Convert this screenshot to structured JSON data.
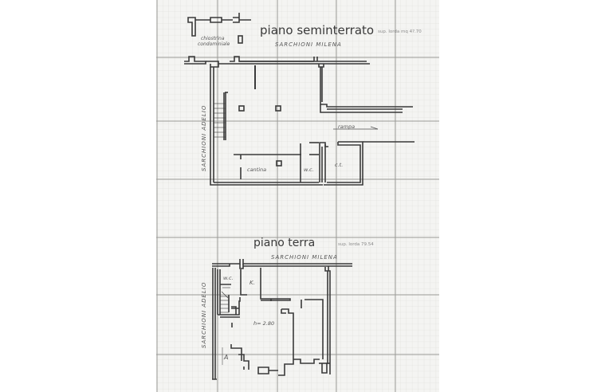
{
  "document": {
    "type": "floor-plan-scan",
    "paper": "graph paper"
  },
  "plans": [
    {
      "title": "piano seminterrato",
      "area_note": "sup. lorda mq 4?.70",
      "north_neighbor": "SARCHIONI MILENA",
      "west_neighbor": "SARCHIONI ADELIO",
      "courtyard_label_line1": "chiostrina",
      "courtyard_label_line2": "condominiale",
      "rooms": [
        {
          "label": "cantina"
        },
        {
          "label": "w.c."
        },
        {
          "label": "c.t."
        }
      ],
      "ramp_label": "rampa"
    },
    {
      "title": "piano terra",
      "area_note": "sup. lorda 79.54",
      "north_neighbor": "SARCHIONI MILENA",
      "west_neighbor": "SARCHIONI ADELIO",
      "rooms": [
        {
          "label": "w.c."
        },
        {
          "label": "K."
        }
      ],
      "height_note": "h= 2.80",
      "entrance_marker": "A"
    }
  ],
  "colors": {
    "paper": "#f4f4f2",
    "grid_minor": "#dcdcd8",
    "grid_major": "#9a9a96",
    "ink": "#3a3a3a"
  }
}
